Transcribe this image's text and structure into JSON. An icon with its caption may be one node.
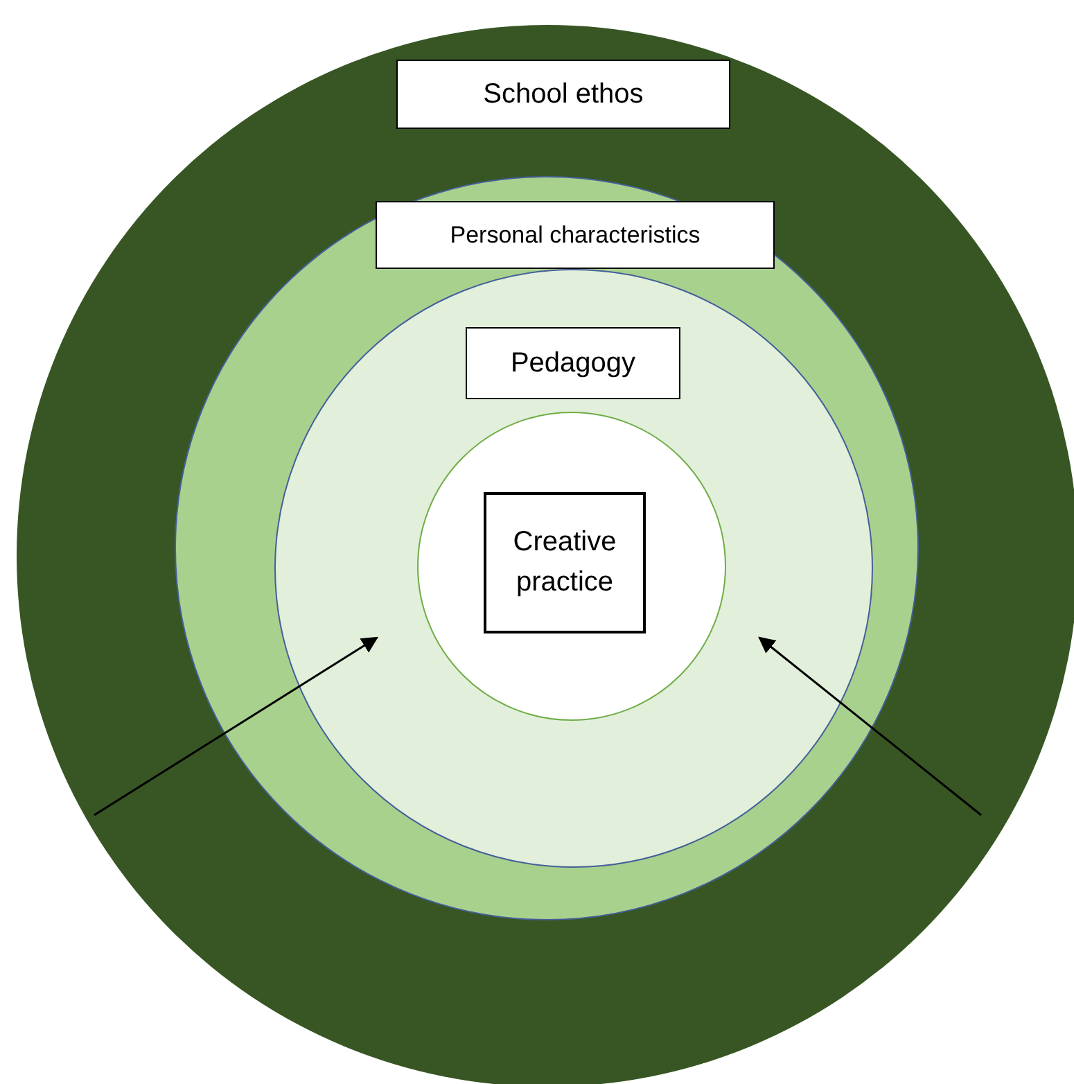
{
  "diagram": {
    "nodes": [
      {
        "text": [],
        "shape": "circle"
      },
      {
        "text": [
          "School ethos"
        ],
        "in": 0
      },
      {
        "text": [],
        "shape": "circle",
        "in": 0
      },
      {
        "text": [
          "Personal characteristics"
        ],
        "in": 2
      },
      {
        "text": [],
        "shape": "circle",
        "in": 2
      },
      {
        "text": [
          "Pedagogy"
        ],
        "in": 4
      },
      {
        "text": [],
        "shape": "circle",
        "in": 4
      },
      {
        "text": [
          "Creative practice"
        ],
        "in": 6
      }
    ]
  }
}
